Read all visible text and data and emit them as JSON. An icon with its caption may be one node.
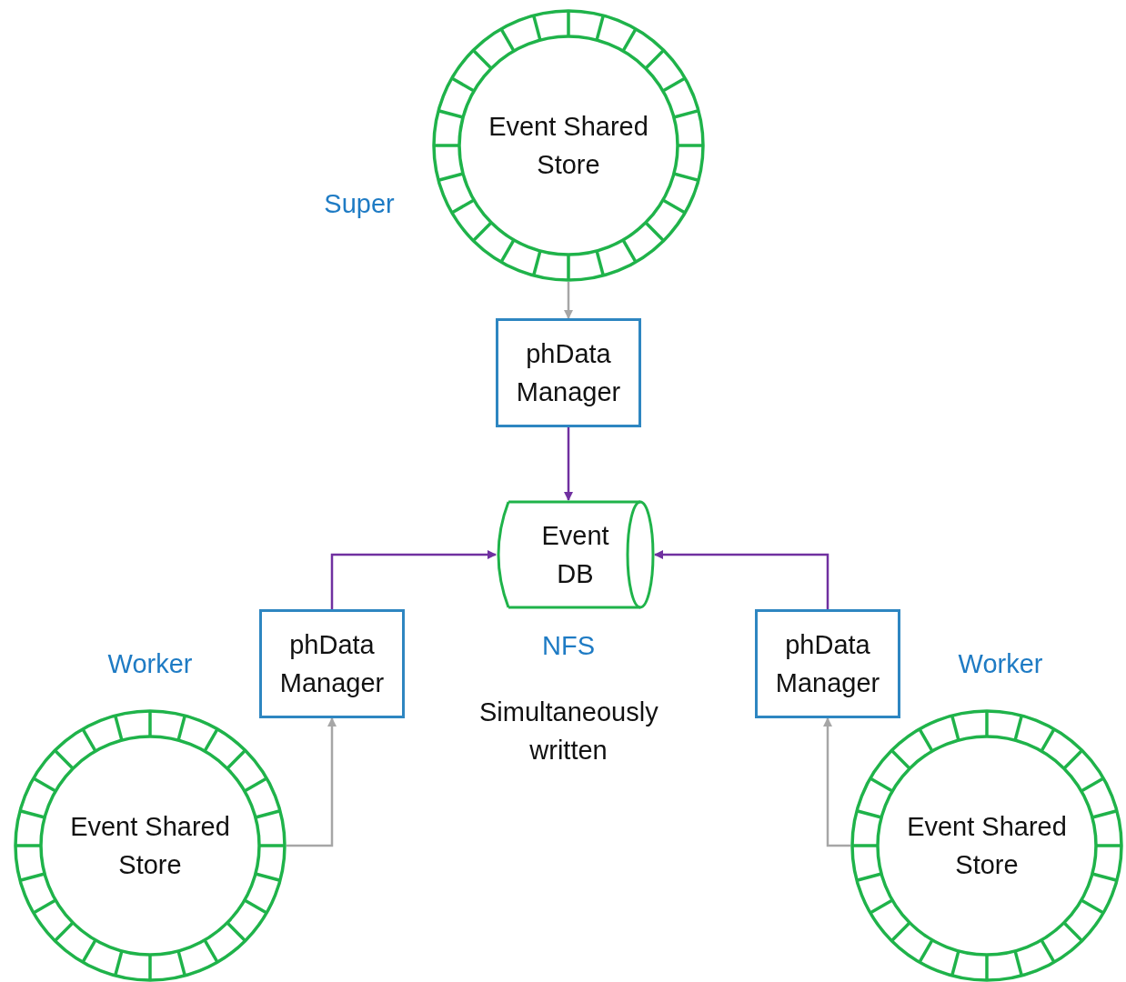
{
  "diagram": {
    "nodes": [
      {
        "text": [
          "Event Shared Store"
        ]
      },
      {
        "text": [
          "phData Manager"
        ]
      },
      {
        "text": [
          "Event DB"
        ]
      },
      {
        "text": [
          "phData Manager"
        ]
      },
      {
        "text": [
          "phData Manager"
        ]
      },
      {
        "text": [
          "Event Shared Store"
        ]
      },
      {
        "text": [
          "Event Shared Store"
        ]
      }
    ],
    "edges": [
      {
        "from": 0,
        "to": 1,
        "arrow": "to",
        "color": "#a6a6a6"
      },
      {
        "from": 1,
        "to": 2,
        "arrow": "to",
        "color": "#7030a0"
      },
      {
        "from": 3,
        "to": 2,
        "arrow": "to",
        "color": "#7030a0"
      },
      {
        "from": 4,
        "to": 2,
        "arrow": "to",
        "color": "#7030a0"
      },
      {
        "from": 5,
        "to": 3,
        "arrow": "to",
        "color": "#a6a6a6"
      },
      {
        "from": 6,
        "to": 4,
        "arrow": "to",
        "color": "#a6a6a6"
      }
    ],
    "labels": [
      "Super",
      "Worker",
      "NFS",
      "Simultaneously written",
      "Worker"
    ]
  }
}
